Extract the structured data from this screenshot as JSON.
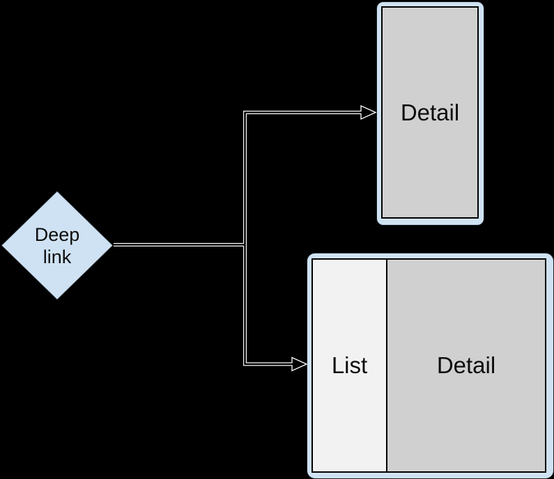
{
  "diagram": {
    "description": "Deep link navigation outcomes: single detail screen or list-detail split screen",
    "nodes": {
      "deep_link": {
        "type": "decision-diamond",
        "label": "Deep link"
      },
      "phone": {
        "type": "portrait-screen",
        "panels": [
          {
            "label": "Detail"
          }
        ]
      },
      "tablet": {
        "type": "landscape-split-screen",
        "panels": [
          {
            "label": "List"
          },
          {
            "label": "Detail"
          }
        ]
      }
    },
    "edges": [
      {
        "from": "deep_link",
        "to": "phone",
        "style": "outlined-open-arrow"
      },
      {
        "from": "deep_link",
        "to": "tablet",
        "style": "outlined-open-arrow"
      }
    ]
  },
  "colors": {
    "background": "#000000",
    "shape_fill": "#cfe2f3",
    "detail_panel_fill": "#d0d0d0",
    "list_panel_fill": "#f2f2f2",
    "panel_border": "#000000",
    "connector_outline": "#ffffff",
    "label_text": "#0d0d0d"
  }
}
